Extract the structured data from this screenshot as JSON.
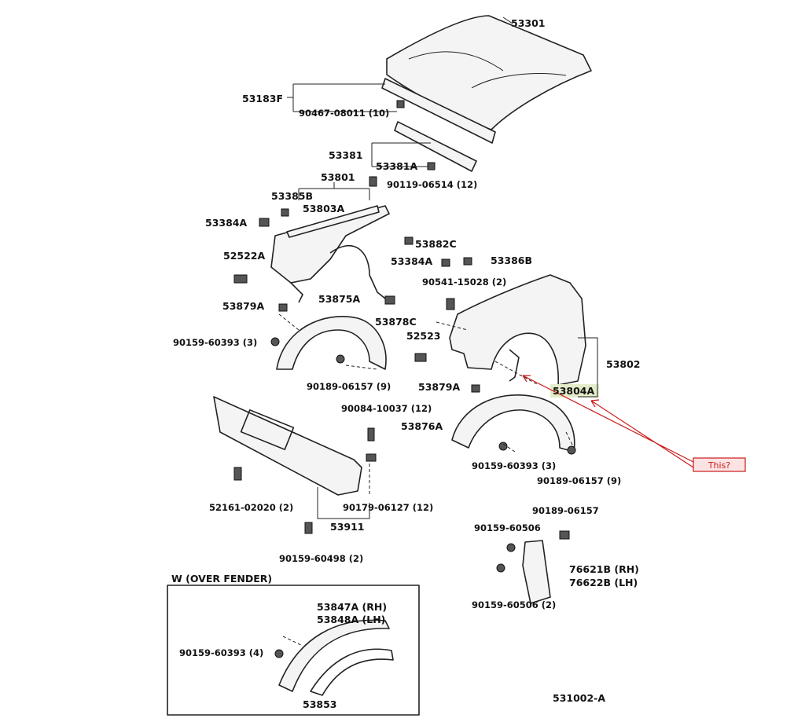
{
  "labels": {
    "hood": "53301",
    "hood_seal": "53183F",
    "hood_seal_clip": "90467-08011 (10)",
    "hood_lock_support": "53381",
    "hood_lock_clip": "53381A",
    "screw_12": "90119-06514 (12)",
    "apron": "53801",
    "apron_seal_b": "53385B",
    "apron_seal_a": "53803A",
    "apron_clip_left": "53384A",
    "apron_clip_mid": "53882C",
    "fender_clip_a": "53384A",
    "fender_clip_b": "53386B",
    "bracket_left": "52522A",
    "screw_2": "90541-15028 (2)",
    "retainer_left": "53879A",
    "liner_left": "53875A",
    "bracket_c": "53878C",
    "bracket_right": "52523",
    "screw_3_left": "90159-60393 (3)",
    "fender": "53802",
    "nut_9_left": "90189-06157 (9)",
    "retainer_right": "53879A",
    "fender_seal": "53804A",
    "bolt_12": "90084-10037 (12)",
    "liner_right": "53876A",
    "screw_3_right": "90159-60393 (3)",
    "nut_9_right": "90189-06157 (9)",
    "bumper_bolt": "52161-02020 (2)",
    "bumper_clip": "90179-06127 (12)",
    "bumper": "53911",
    "bumper_screw": "90159-60498 (2)",
    "mud_nut": "90189-06157",
    "mud_screw_top": "90159-60506",
    "mudguard_rh": "76621B (RH)",
    "mudguard_lh": "76622B (LH)",
    "mud_screw_bottom": "90159-60506 (2)",
    "over_fender_title": "W (OVER FENDER)",
    "flare_rh": "53847A (RH)",
    "flare_lh": "53848A (LH)",
    "flare_screw": "90159-60393 (4)",
    "flare_molding": "53853",
    "figure_ref": "531002-A"
  },
  "annotation": {
    "text": "This?",
    "color": "#cc1a1a"
  }
}
